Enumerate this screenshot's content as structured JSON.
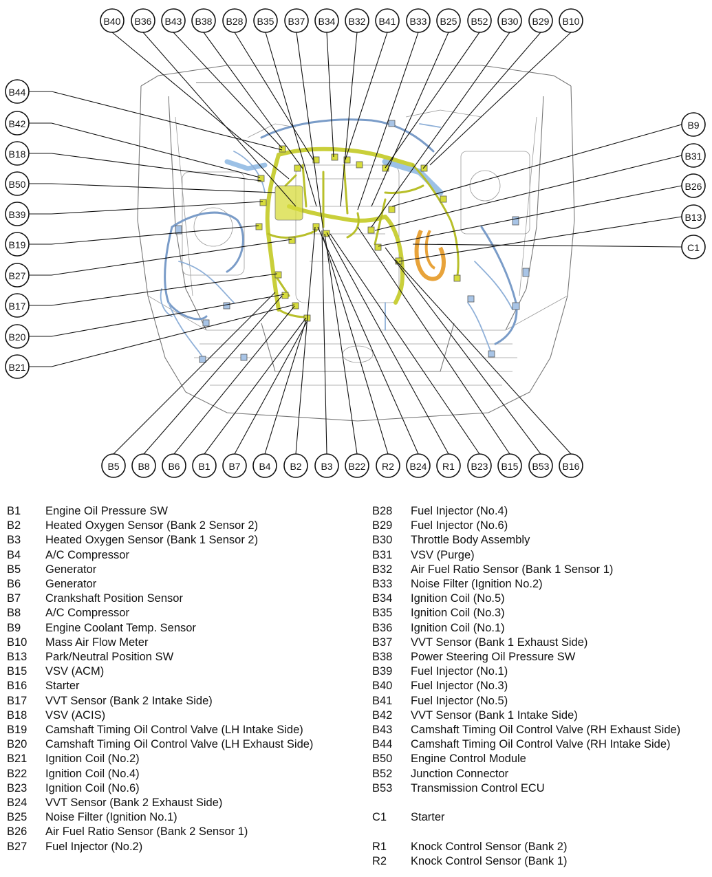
{
  "diagram": {
    "callouts_top": [
      "B40",
      "B36",
      "B43",
      "B38",
      "B28",
      "B35",
      "B37",
      "B34",
      "B32",
      "B41",
      "B33",
      "B25",
      "B52",
      "B30",
      "B29",
      "B10"
    ],
    "callouts_left": [
      "B44",
      "B42",
      "B18",
      "B50",
      "B39",
      "B19",
      "B27",
      "B17",
      "B20",
      "B21"
    ],
    "callouts_right": [
      "B9",
      "B31",
      "B26",
      "B13",
      "C1"
    ],
    "callouts_bottom": [
      "B5",
      "B8",
      "B6",
      "B1",
      "B7",
      "B4",
      "B2",
      "B3",
      "B22",
      "R2",
      "B24",
      "R1",
      "B23",
      "B15",
      "B53",
      "B16"
    ]
  },
  "legend_left": [
    {
      "code": "B1",
      "desc": "Engine Oil Pressure SW"
    },
    {
      "code": "B2",
      "desc": "Heated Oxygen Sensor (Bank 2 Sensor 2)"
    },
    {
      "code": "B3",
      "desc": "Heated Oxygen Sensor (Bank 1 Sensor 2)"
    },
    {
      "code": "B4",
      "desc": "A/C Compressor"
    },
    {
      "code": "B5",
      "desc": "Generator"
    },
    {
      "code": "B6",
      "desc": "Generator"
    },
    {
      "code": "B7",
      "desc": "Crankshaft Position Sensor"
    },
    {
      "code": "B8",
      "desc": "A/C Compressor"
    },
    {
      "code": "B9",
      "desc": "Engine Coolant Temp. Sensor"
    },
    {
      "code": "B10",
      "desc": "Mass Air Flow Meter"
    },
    {
      "code": "B13",
      "desc": "Park/Neutral Position SW"
    },
    {
      "code": "B15",
      "desc": "VSV (ACM)"
    },
    {
      "code": "B16",
      "desc": "Starter"
    },
    {
      "code": "B17",
      "desc": "VVT Sensor (Bank 2 Intake Side)"
    },
    {
      "code": "B18",
      "desc": "VSV (ACIS)"
    },
    {
      "code": "B19",
      "desc": "Camshaft Timing Oil Control Valve (LH Intake Side)"
    },
    {
      "code": "B20",
      "desc": "Camshaft Timing Oil Control Valve (LH Exhaust Side)"
    },
    {
      "code": "B21",
      "desc": "Ignition Coil (No.2)"
    },
    {
      "code": "B22",
      "desc": "Ignition Coil (No.4)"
    },
    {
      "code": "B23",
      "desc": "Ignition Coil (No.6)"
    },
    {
      "code": "B24",
      "desc": "VVT Sensor (Bank 2 Exhaust Side)"
    },
    {
      "code": "B25",
      "desc": "Noise Filter (Ignition No.1)"
    },
    {
      "code": "B26",
      "desc": "Air Fuel Ratio Sensor (Bank 2 Sensor 1)"
    },
    {
      "code": "B27",
      "desc": "Fuel Injector (No.2)"
    }
  ],
  "legend_right": [
    {
      "code": "B28",
      "desc": "Fuel Injector (No.4)"
    },
    {
      "code": "B29",
      "desc": "Fuel Injector (No.6)"
    },
    {
      "code": "B30",
      "desc": "Throttle Body Assembly"
    },
    {
      "code": "B31",
      "desc": "VSV (Purge)"
    },
    {
      "code": "B32",
      "desc": "Air Fuel Ratio Sensor (Bank 1 Sensor 1)"
    },
    {
      "code": "B33",
      "desc": "Noise Filter (Ignition No.2)"
    },
    {
      "code": "B34",
      "desc": "Ignition Coil (No.5)"
    },
    {
      "code": "B35",
      "desc": "Ignition Coil (No.3)"
    },
    {
      "code": "B36",
      "desc": "Ignition Coil (No.1)"
    },
    {
      "code": "B37",
      "desc": "VVT Sensor (Bank 1 Exhaust Side)"
    },
    {
      "code": "B38",
      "desc": "Power Steering Oil Pressure SW"
    },
    {
      "code": "B39",
      "desc": "Fuel Injector (No.1)"
    },
    {
      "code": "B40",
      "desc": "Fuel Injector (No.3)"
    },
    {
      "code": "B41",
      "desc": "Fuel Injector (No.5)"
    },
    {
      "code": "B42",
      "desc": "VVT Sensor (Bank 1 Intake Side)"
    },
    {
      "code": "B43",
      "desc": "Camshaft Timing Oil Control Valve (RH Exhaust Side)"
    },
    {
      "code": "B44",
      "desc": "Camshaft Timing Oil Control Valve (RH Intake Side)"
    },
    {
      "code": "B50",
      "desc": "Engine Control Module"
    },
    {
      "code": "B52",
      "desc": "Junction Connector"
    },
    {
      "code": "B53",
      "desc": "Transmission Control ECU"
    },
    {
      "code": "",
      "desc": ""
    },
    {
      "code": "C1",
      "desc": "Starter"
    },
    {
      "code": "",
      "desc": ""
    },
    {
      "code": "R1",
      "desc": "Knock Control Sensor (Bank 2)"
    },
    {
      "code": "R2",
      "desc": "Knock Control Sensor (Bank 1)"
    }
  ],
  "colors": {
    "harness_engine": "#c9cf3a",
    "harness_body": "#7a9cc8",
    "line": "#111111"
  }
}
